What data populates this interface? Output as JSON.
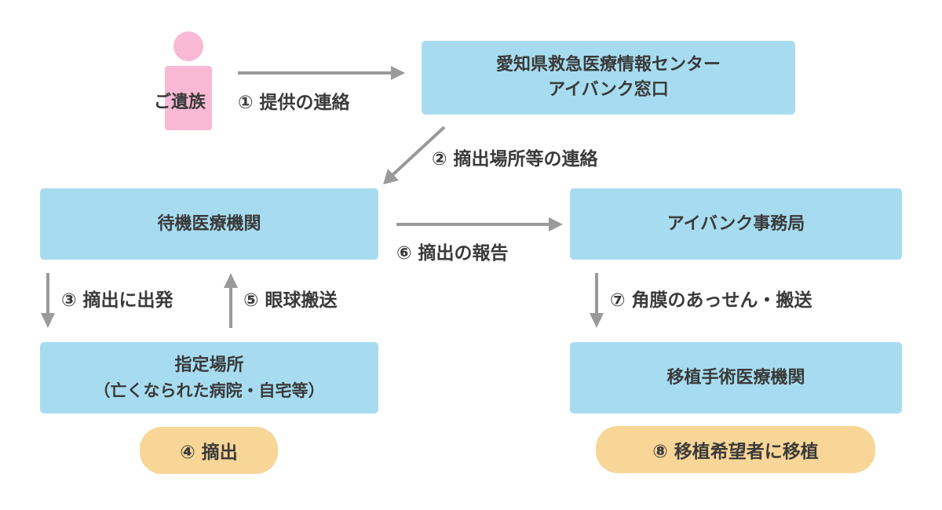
{
  "actors": {
    "family": "ご遺族"
  },
  "nodes": {
    "center_line1": "愛知県救急医療情報センター",
    "center_line2": "アイバンク窓口",
    "standby_hospital": "待機医療機関",
    "eyebank_office": "アイバンク事務局",
    "designated_place": "指定場所",
    "designated_place_note": "（亡くなられた病院・自宅等）",
    "transplant_hospital": "移植手術医療機関"
  },
  "steps": {
    "s1": "① 提供の連絡",
    "s2": "② 摘出場所等の連絡",
    "s3": "③ 摘出に出発",
    "s4": "④ 摘出",
    "s5": "⑤ 眼球搬送",
    "s6": "⑥ 摘出の報告",
    "s7": "⑦ 角膜のあっせん・搬送",
    "s8": "⑧ 移植希望者に移植"
  },
  "colors": {
    "box": "#a7dcf0",
    "pill": "#f7d697",
    "person": "#f9b9d4",
    "arrow": "#9a9a9a",
    "text": "#3a3a3a"
  }
}
